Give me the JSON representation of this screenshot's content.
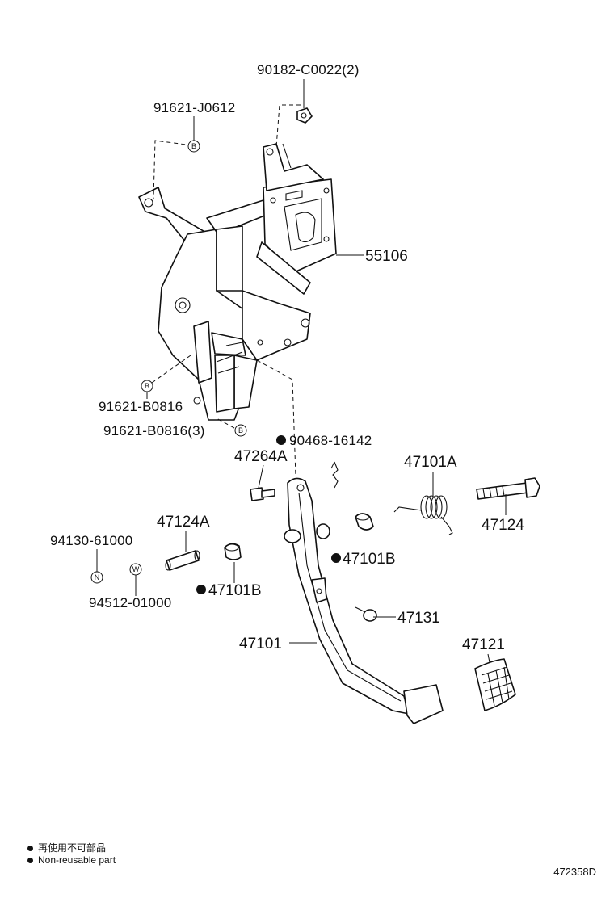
{
  "labels": {
    "p90182": "90182-C0022(2)",
    "p91621_j": "91621-J0612",
    "p55106": "55106",
    "p91621_b": "91621-B0816",
    "p91621_b3": "91621-B0816(3)",
    "p90468": "90468-16142",
    "p47264a": "47264A",
    "p47101a": "47101A",
    "p47124": "47124",
    "p47124a": "47124A",
    "p94130": "94130-61000",
    "p94512": "94512-01000",
    "p47101b_right": "47101B",
    "p47101b_left": "47101B",
    "p47131": "47131",
    "p47101": "47101",
    "p47121": "47121"
  },
  "symbols": {
    "bolt_b": "B",
    "nut_n": "N",
    "washer_w": "W"
  },
  "legend": {
    "jp": "再使用不可部品",
    "en": "Non-reusable part"
  },
  "drawing_id": "472358D"
}
